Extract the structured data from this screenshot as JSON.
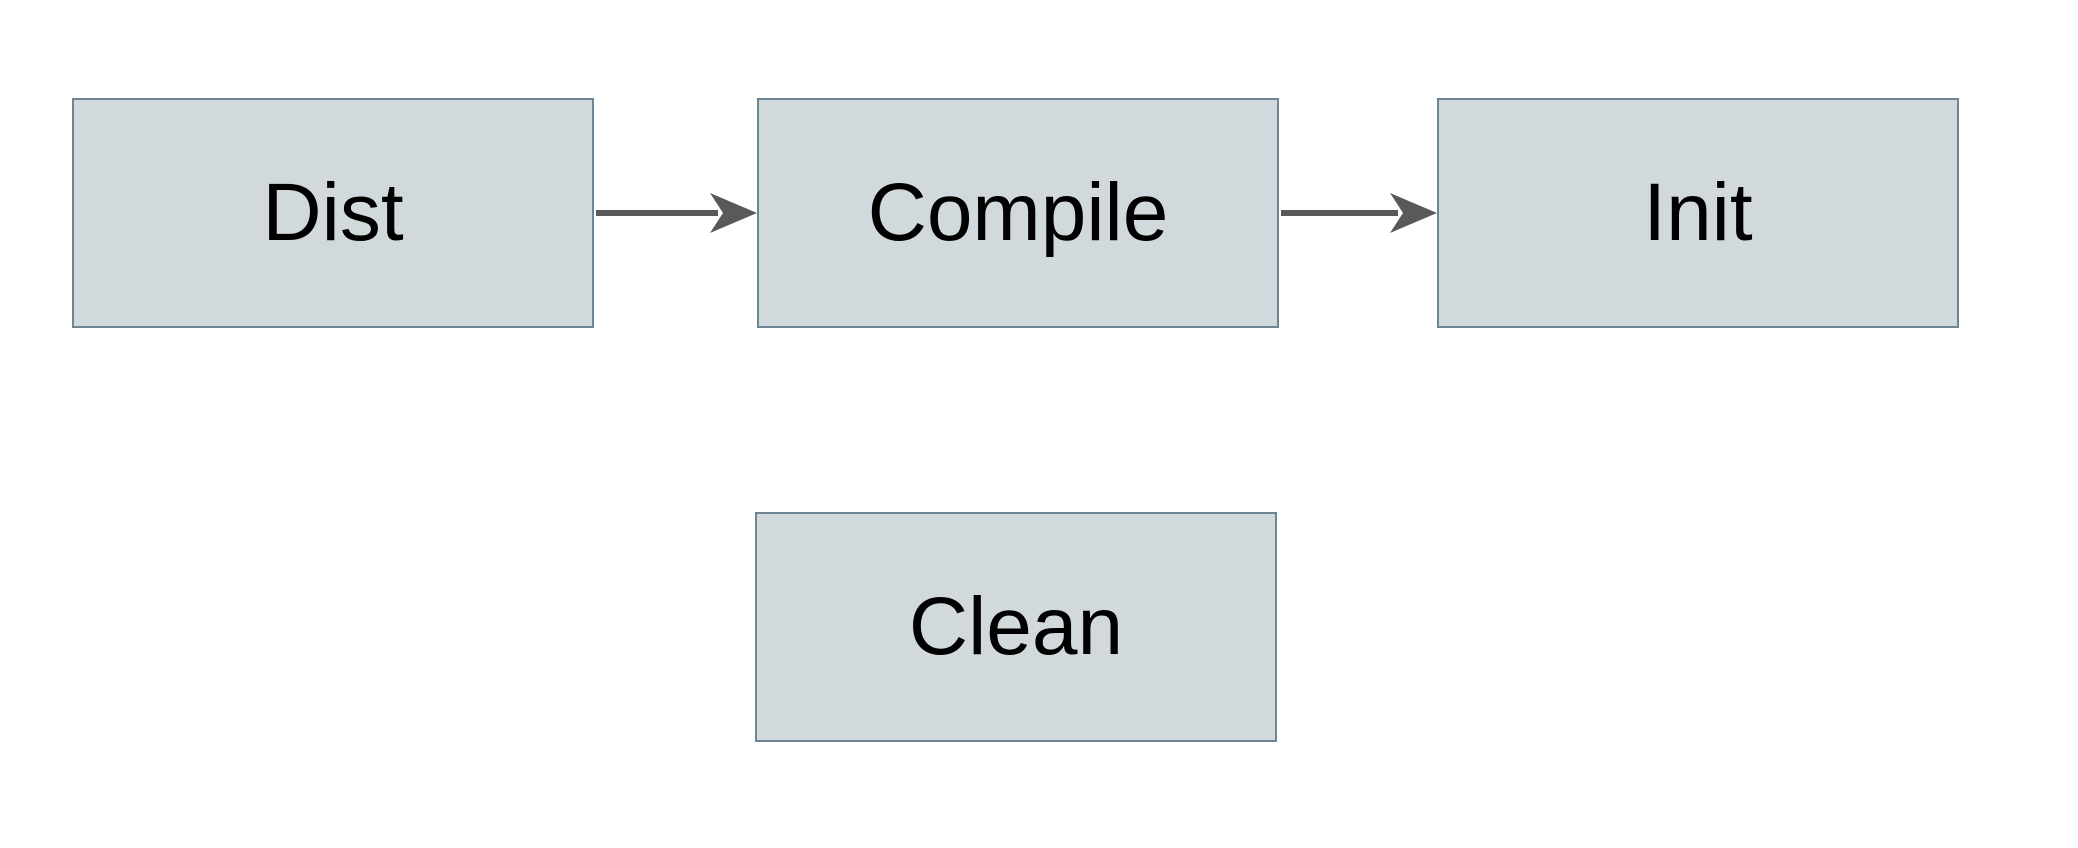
{
  "canvas": {
    "background": "#ffffff"
  },
  "diagram": {
    "type": "flowchart",
    "colors": {
      "node_fill": "#d2d9dc",
      "node_border": "#6e8593",
      "arrow": "#595959",
      "text": "#000000"
    },
    "nodes": [
      {
        "id": "dist",
        "label": "Dist"
      },
      {
        "id": "compile",
        "label": "Compile"
      },
      {
        "id": "init",
        "label": "Init"
      },
      {
        "id": "clean",
        "label": "Clean"
      }
    ],
    "edges": [
      {
        "from": "Dist",
        "to": "Compile"
      },
      {
        "from": "Compile",
        "to": "Init"
      }
    ]
  }
}
